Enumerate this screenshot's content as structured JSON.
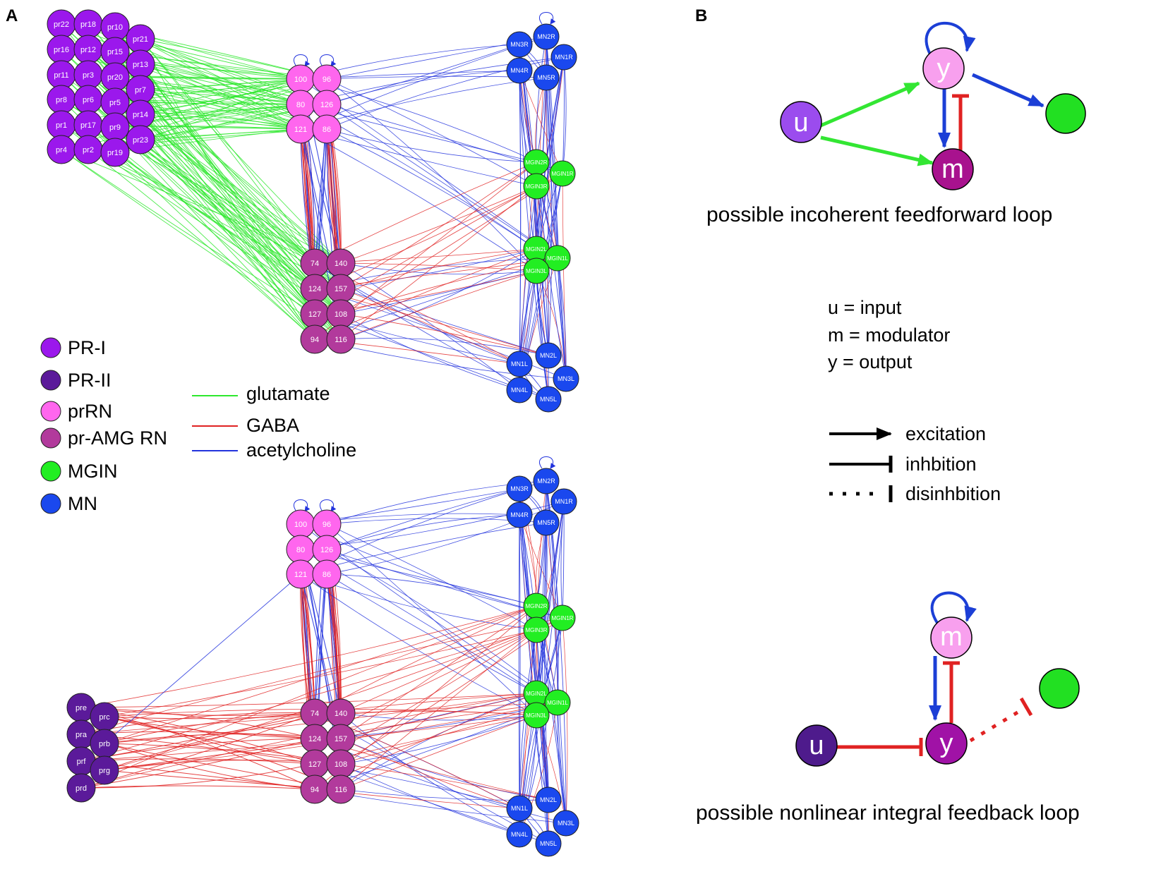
{
  "panels": {
    "a": "A",
    "b": "B"
  },
  "legend": {
    "cell_types": [
      {
        "label": "PR-I",
        "color": "#9b18ec"
      },
      {
        "label": "PR-II",
        "color": "#5b1a9a"
      },
      {
        "label": "prRN",
        "color": "#ff66ee"
      },
      {
        "label": "pr-AMG RN",
        "color": "#b23a9c"
      },
      {
        "label": "MGIN",
        "color": "#22ee22"
      },
      {
        "label": "MN",
        "color": "#1a48ee"
      }
    ],
    "transmitters": [
      {
        "label": "glutamate",
        "color": "#2ee82e"
      },
      {
        "label": "GABA",
        "color": "#e02222"
      },
      {
        "label": "acetylcholine",
        "color": "#2233dd"
      }
    ]
  },
  "network_top": {
    "pr1_nodes": [
      "pr22",
      "pr18",
      "pr10",
      "pr21",
      "pr16",
      "pr12",
      "pr15",
      "pr13",
      "pr11",
      "pr3",
      "pr20",
      "pr7",
      "pr8",
      "pr6",
      "pr5",
      "pr14",
      "pr1",
      "pr17",
      "pr9",
      "pr23",
      "pr4",
      "pr2",
      "pr19"
    ],
    "prrn_nodes": [
      "100",
      "96",
      "80",
      "126",
      "121",
      "86"
    ],
    "amg_nodes": [
      "74",
      "140",
      "124",
      "157",
      "127",
      "108",
      "94",
      "116"
    ],
    "mn_r_nodes": [
      "MN3R",
      "MN2R",
      "MN1R",
      "MN4R",
      "MN5R"
    ],
    "mgin_a_nodes": [
      "MGIN2R",
      "MGIN1R",
      "MGIN3R"
    ],
    "mgin_b_nodes": [
      "MGIN2L",
      "MGIN1L",
      "MGIN3L"
    ],
    "mn_l_nodes": [
      "MN1L",
      "MN2L",
      "MN3L",
      "MN4L",
      "MN5L"
    ]
  },
  "network_bottom": {
    "pr2_nodes": [
      "pre",
      "prc",
      "pra",
      "prb",
      "prf",
      "prg",
      "prd"
    ],
    "prrn_nodes": [
      "100",
      "96",
      "80",
      "126",
      "121",
      "86"
    ],
    "amg_nodes": [
      "74",
      "140",
      "124",
      "157",
      "127",
      "108",
      "94",
      "116"
    ],
    "mn_r_nodes": [
      "MN3R",
      "MN2R",
      "MN1R",
      "MN4R",
      "MN5R"
    ],
    "mgin_a_nodes": [
      "MGIN2R",
      "MGIN1R",
      "MGIN3R"
    ],
    "mgin_b_nodes": [
      "MGIN2L",
      "MGIN1L",
      "MGIN3L"
    ],
    "mn_l_nodes": [
      "MN1L",
      "MN2L",
      "MN3L",
      "MN4L",
      "MN5L"
    ]
  },
  "motif_top": {
    "u": "u",
    "y": "y",
    "m": "m",
    "caption": "possible incoherent feedforward loop"
  },
  "definitions": [
    "u = input",
    "m = modulator",
    "y = output"
  ],
  "edge_legend": [
    {
      "label": "excitation",
      "kind": "arrow"
    },
    {
      "label": "inhbition",
      "kind": "bar"
    },
    {
      "label": "disinhbition",
      "kind": "dotted-bar"
    }
  ],
  "motif_bottom": {
    "u": "u",
    "y": "y",
    "m": "m",
    "caption": "possible nonlinear integral feedback loop"
  }
}
